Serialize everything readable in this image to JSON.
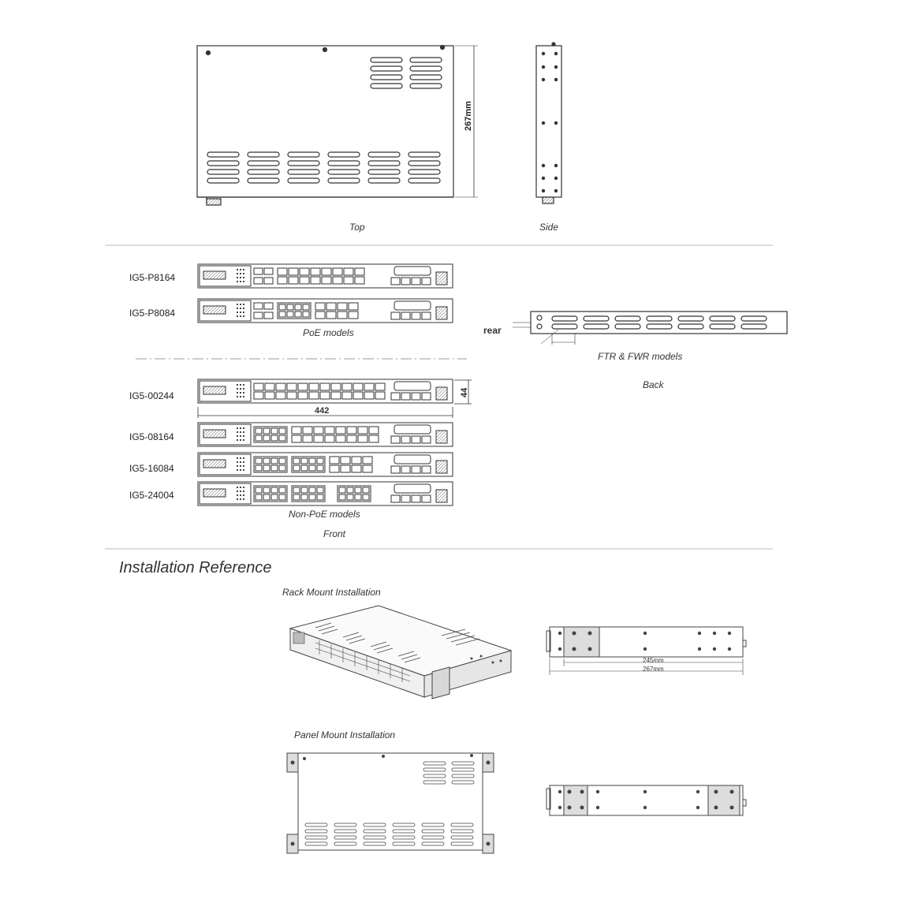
{
  "top_views": {
    "top_label": "Top",
    "side_label": "Side",
    "depth_dim": "267mm"
  },
  "front_views": {
    "poe_models": [
      "IG5-P8164",
      "IG5-P8084"
    ],
    "poe_caption": "PoE models",
    "non_poe_models": [
      "IG5-00244",
      "IG5-08164",
      "IG5-16084",
      "IG5-24004"
    ],
    "non_poe_caption": "Non-PoE models",
    "front_label": "Front",
    "width_dim": "442",
    "height_dim": "44"
  },
  "back_view": {
    "rear_label": "rear",
    "models_caption": "FTR  & FWR models",
    "back_label": "Back"
  },
  "installation": {
    "title": "Installation Reference",
    "rack_caption": "Rack Mount Installation",
    "panel_caption": "Panel Mount Installation",
    "dim_245": "245mm",
    "dim_267": "267mm"
  },
  "colors": {
    "line": "#333333",
    "divider": "#bbbbbb"
  }
}
